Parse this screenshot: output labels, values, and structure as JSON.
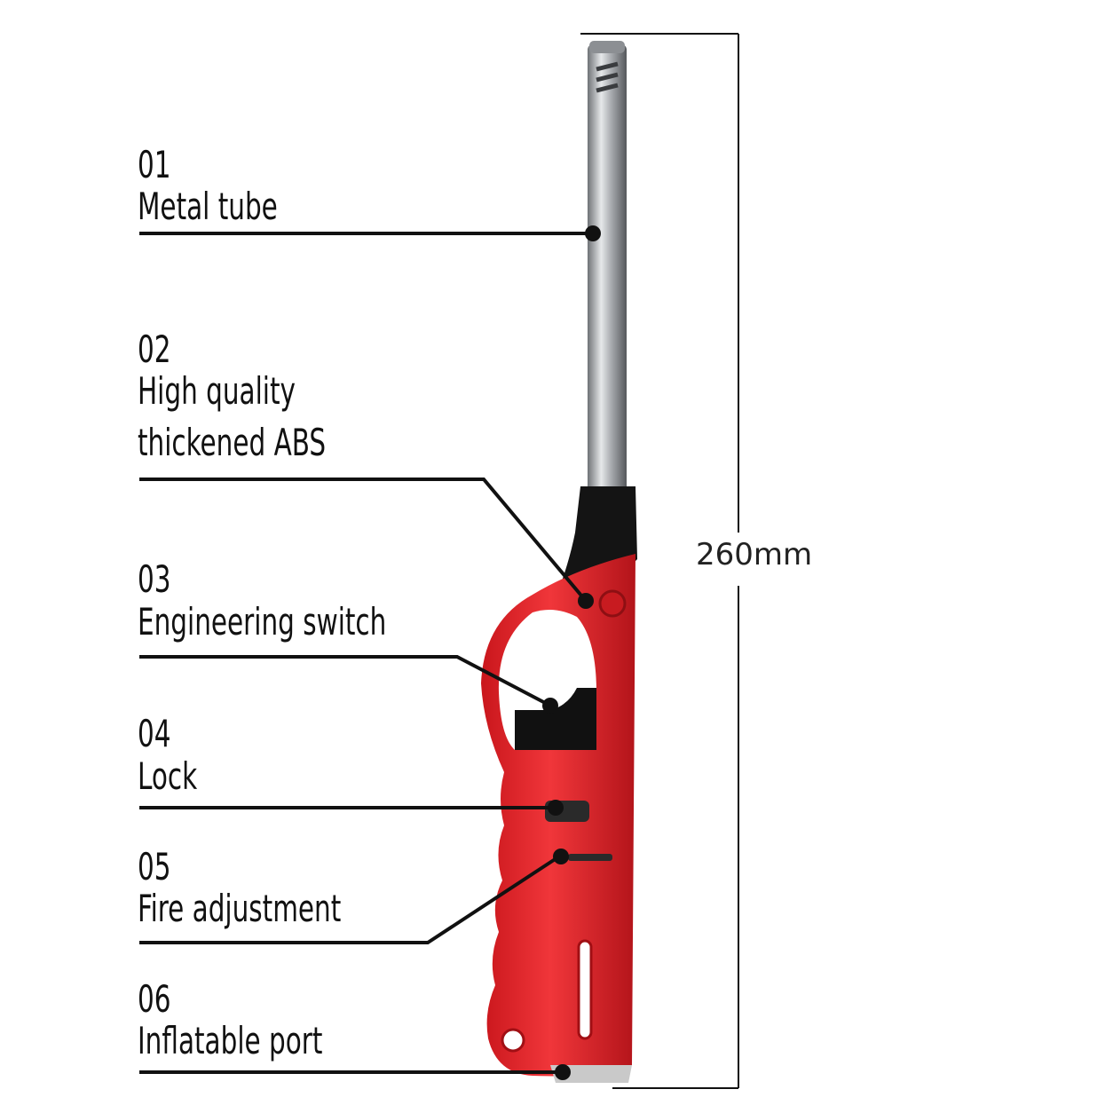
{
  "callouts": [
    {
      "number": "01",
      "lines": [
        "Metal tube"
      ]
    },
    {
      "number": "02",
      "lines": [
        "High quality",
        "thickened ABS"
      ]
    },
    {
      "number": "03",
      "lines": [
        "Engineering switch"
      ]
    },
    {
      "number": "04",
      "lines": [
        "Lock"
      ]
    },
    {
      "number": "05",
      "lines": [
        "Fire adjustment"
      ]
    },
    {
      "number": "06",
      "lines": [
        "Inflatable port"
      ]
    }
  ],
  "dimension": "260mm",
  "colors": {
    "body_red": "#e8262b",
    "dark_red": "#b3141a",
    "black_part": "#111111",
    "metal": "#b9bcc0",
    "line": "#111111"
  }
}
